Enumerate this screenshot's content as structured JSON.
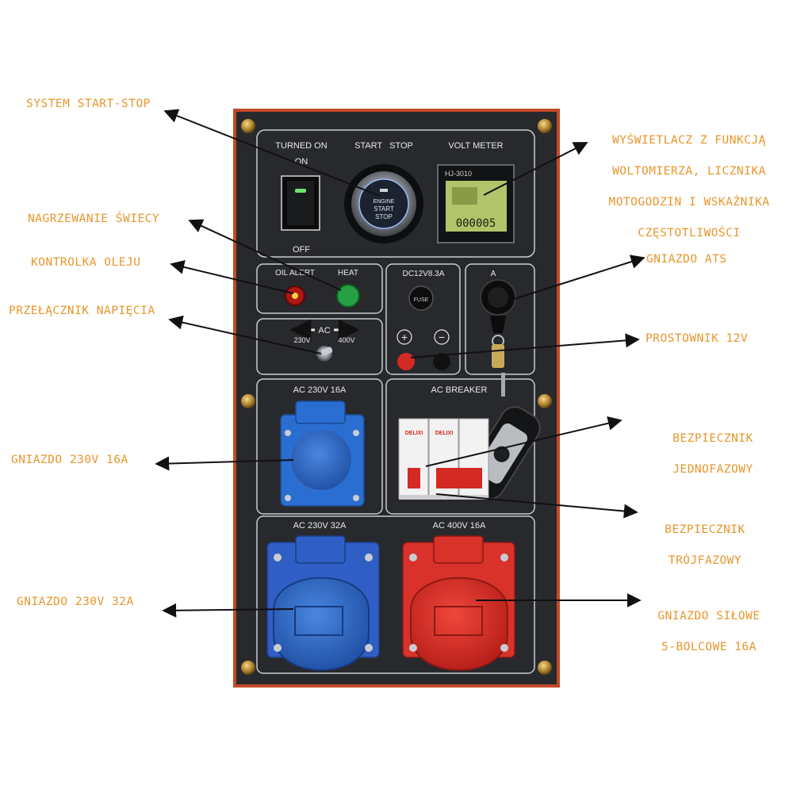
{
  "panel": {
    "turned_on": "TURNED ON",
    "on": "ON",
    "off": "OFF",
    "start_stop": "START   STOP",
    "volt_meter": "VOLT METER",
    "start_button_lines": [
      "ENGINE",
      "START",
      "STOP"
    ],
    "meter_model": "HJ-3010",
    "meter_counter": "000005",
    "oil_alert": "OIL ALERT",
    "heat": "HEAT",
    "dc_rating": "DC12V8.3A",
    "fuse": "FUSE",
    "plus": "+",
    "minus": "−",
    "ac": "AC",
    "v230": "230V",
    "v400": "400V",
    "ac_230_16": "AC 230V 16A",
    "ac_breaker": "AC BREAKER",
    "ac_230_32": "AC 230V 32A",
    "ac_400_16": "AC 400V 16A",
    "breaker_brand": "DELIXI",
    "ats_label": "A"
  },
  "callouts": {
    "start_stop": "SYSTEM START-STOP",
    "display": [
      "WYŚWIETLACZ Z FUNKCJĄ",
      "WOLTOMIERZA, LICZNIKA",
      "MOTOGODZIN I WSKAŹNIKA",
      "CZĘSTOTLIWOŚCI"
    ],
    "glow": "NAGRZEWANIE ŚWIECY",
    "oil": "KONTROLKA OLEJU",
    "ats": "GNIAZDO ATS",
    "voltage_switch": "PRZEŁĄCZNIK NAPIĘCIA",
    "rectifier": "PROSTOWNIK 12V",
    "single_phase": [
      "BEZPIECZNIK",
      "JEDNOFAZOWY"
    ],
    "socket_230_16": "GNIAZDO 230V 16A",
    "three_phase": [
      "BEZPIECZNIK",
      "TRÓJFAZOWY"
    ],
    "socket_230_32": "GNIAZDO 230V 32A",
    "power_socket": [
      "GNIAZDO SIŁOWE",
      "5-BOLCOWE 16A"
    ]
  },
  "colors": {
    "callout": "#e8962c",
    "panel": "#27292d",
    "frame": "#c44a28",
    "blue": "#2f6bc9",
    "red": "#d42a24"
  }
}
